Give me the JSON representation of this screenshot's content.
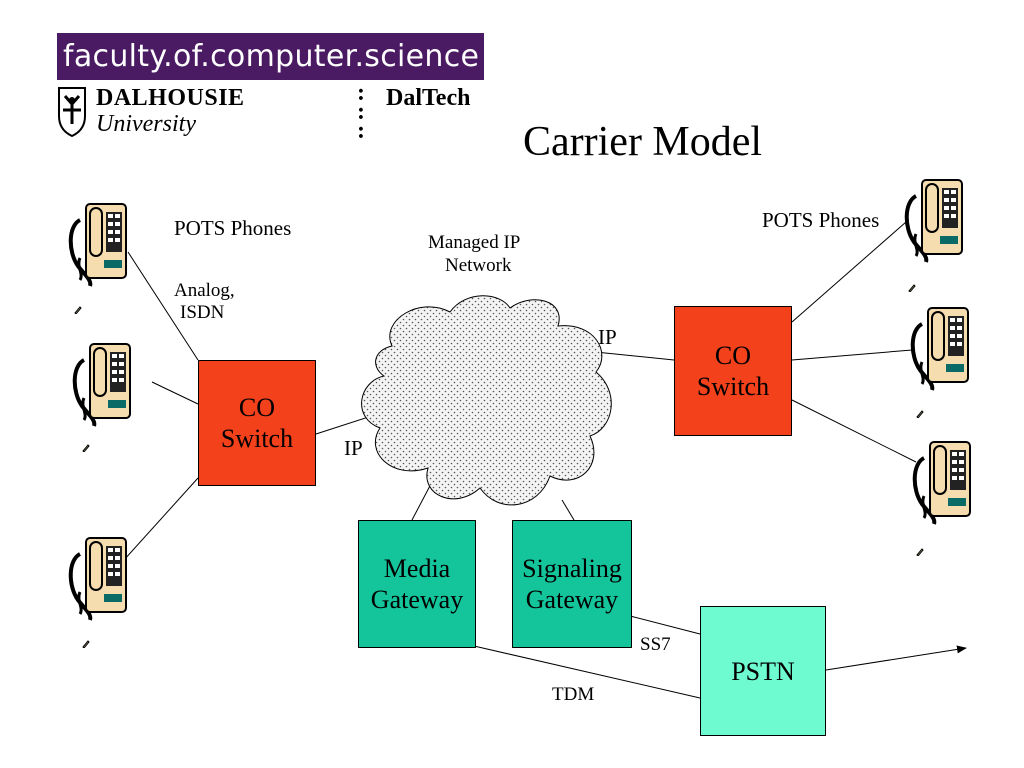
{
  "header": {
    "banner_text": "faculty.of.computer.science",
    "university_name": "DALHOUSIE",
    "university_sub": "University",
    "separator": ":\n:\n:",
    "campus": "DalTech"
  },
  "title": "Carrier Model",
  "labels": {
    "pots_left": "POTS Phones",
    "pots_right": "POTS Phones",
    "analog_1": "Analog,",
    "analog_2": "ISDN",
    "cloud_1": "Managed IP",
    "cloud_2": "Network",
    "ip_left": "IP",
    "ip_right": "IP",
    "ss7": "SS7",
    "tdm": "TDM"
  },
  "nodes": {
    "co_left": {
      "line1": "CO",
      "line2": "Switch"
    },
    "co_right": {
      "line1": "CO",
      "line2": "Switch"
    },
    "media": {
      "line1": "Media",
      "line2": "Gateway"
    },
    "signaling": {
      "line1": "Signaling",
      "line2": "Gateway"
    },
    "pstn": {
      "line1": "PSTN"
    }
  },
  "colors": {
    "banner": "#4a1a63",
    "co_switch": "#f2411b",
    "gateway": "#14c59c",
    "pstn": "#6dfbcf",
    "phone_body": "#f5ddb0"
  }
}
